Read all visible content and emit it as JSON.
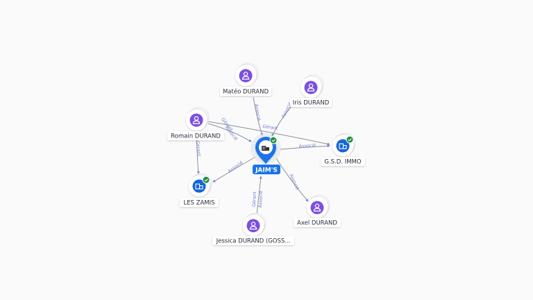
{
  "center": {
    "label": "JAIM'S",
    "icon": "building-icon",
    "verified": true
  },
  "nodes": [
    {
      "id": "mateo",
      "label": "Matéo DURAND",
      "kind": "person",
      "icon": "person-icon",
      "verified": false
    },
    {
      "id": "iris",
      "label": "Iris DURAND",
      "kind": "person",
      "icon": "person-icon",
      "verified": false
    },
    {
      "id": "romain",
      "label": "Romain DURAND",
      "kind": "person",
      "icon": "person-icon",
      "verified": false
    },
    {
      "id": "gsd",
      "label": "G.S.D. IMMO",
      "kind": "company",
      "icon": "building-icon",
      "verified": true
    },
    {
      "id": "leszamis",
      "label": "LES ZAMIS",
      "kind": "company",
      "icon": "building-icon",
      "verified": true
    },
    {
      "id": "axel",
      "label": "Axel DURAND",
      "kind": "person",
      "icon": "person-icon",
      "verified": false
    },
    {
      "id": "jessica",
      "label": "Jessica DURAND (GOSS...",
      "kind": "person",
      "icon": "person-icon",
      "verified": false
    }
  ],
  "edges": [
    {
      "from": "mateo",
      "to": "center",
      "labels": [
        "Associé",
        "Gérant"
      ]
    },
    {
      "from": "iris",
      "to": "center",
      "labels": [
        "Associé"
      ]
    },
    {
      "from": "romain",
      "to": "center",
      "labels": [
        "Gérant",
        "Associé"
      ]
    },
    {
      "from": "center",
      "to": "gsd",
      "labels": [
        "Associé"
      ]
    },
    {
      "from": "romain",
      "to": "gsd",
      "labels": []
    },
    {
      "from": "center",
      "to": "leszamis",
      "labels": [
        "Associé"
      ]
    },
    {
      "from": "romain",
      "to": "leszamis",
      "labels": [
        "Gérant"
      ]
    },
    {
      "from": "center",
      "to": "axel",
      "labels": [
        "Associé"
      ]
    },
    {
      "from": "jessica",
      "to": "center",
      "labels": [
        "Gérant",
        "Associé"
      ]
    }
  ],
  "colors": {
    "person": "#7b4fe0",
    "company": "#1565d8",
    "verified": "#1e8e3e",
    "edge": "#8a8f9a",
    "edge_label": "#6f7fd0",
    "center": "#1a73e8"
  }
}
